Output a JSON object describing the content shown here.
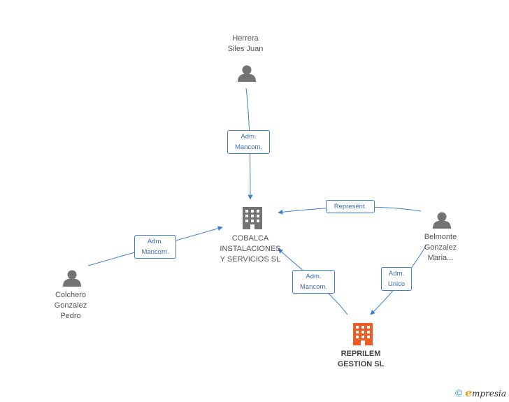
{
  "colors": {
    "edge": "#3f7fd0",
    "person": "#737373",
    "company": "#737373",
    "main_company": "#ef5b25"
  },
  "nodes": {
    "herrera": {
      "label_1": "Herrera",
      "label_2": "Siles Juan"
    },
    "colchero": {
      "label_1": "Colchero",
      "label_2": "Gonzalez",
      "label_3": "Pedro"
    },
    "belmonte": {
      "label_1": "Belmonte",
      "label_2": "Gonzalez",
      "label_3": "Maria..."
    },
    "cobalca": {
      "label_1": "COBALCA",
      "label_2": "INSTALACIONES",
      "label_3": "Y SERVICIOS SL"
    },
    "reprilem": {
      "label_1": "REPRILEM",
      "label_2": "GESTION SL"
    }
  },
  "edges": {
    "herrera_cobalca": {
      "label_1": "Adm.",
      "label_2": "Mancom."
    },
    "colchero_cobalca": {
      "label_1": "Adm.",
      "label_2": "Mancom."
    },
    "belmonte_cobalca": {
      "label_1": "Represent."
    },
    "reprilem_cobalca": {
      "label_1": "Adm.",
      "label_2": "Mancom."
    },
    "belmonte_reprilem": {
      "label_1": "Adm.",
      "label_2": "Unico"
    }
  },
  "footer": {
    "copyright_symbol": "©",
    "brand_initial": "e",
    "brand_rest": "mpresia"
  }
}
